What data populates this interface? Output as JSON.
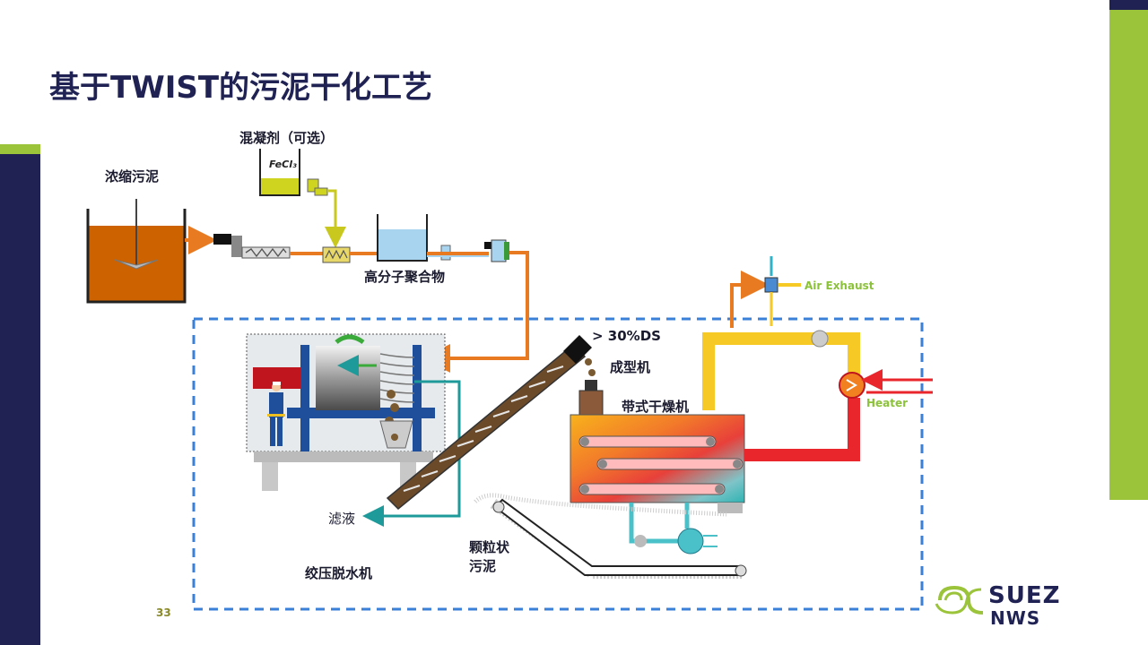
{
  "slide": {
    "title": "基于TWIST的污泥干化工艺",
    "page_number": "33"
  },
  "labels": {
    "thickened_sludge": "浓缩污泥",
    "coagulant": "混凝剂（可选）",
    "fecl3": "FeCl₃",
    "polymer": "高分子聚合物",
    "ds": "> 30%DS",
    "forming_machine": "成型机",
    "belt_dryer": "带式干燥机",
    "air_exhaust": "Air Exhaust",
    "heater": "Heater",
    "filtrate": "滤液",
    "granular_sludge_1": "颗粒状",
    "granular_sludge_2": "污泥",
    "screw_press": "绞压脱水机"
  },
  "logo": {
    "line1": "SUEZ",
    "line2": "NWS"
  },
  "colors": {
    "navy": "#1f2253",
    "green": "#9bc43a",
    "orange_pipe": "#e87a22",
    "yellow_pipe": "#f6c924",
    "red_pipe": "#e8262c",
    "teal_pipe": "#1f9a9a",
    "dash_box": "#3a7fd8"
  }
}
